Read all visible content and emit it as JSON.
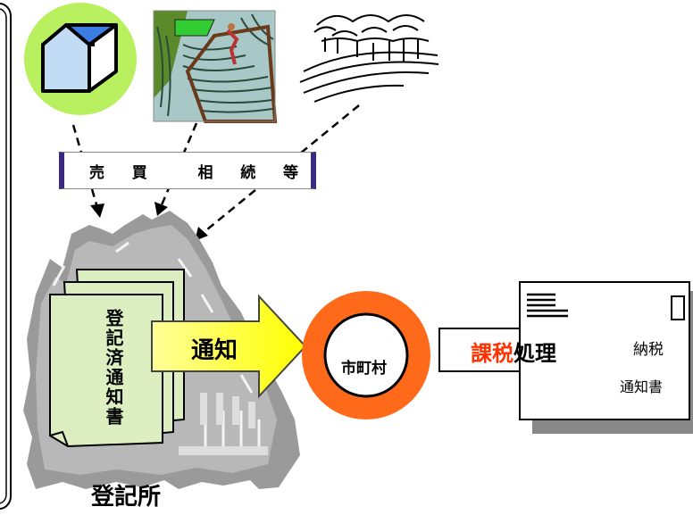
{
  "band": {
    "items": [
      "売",
      "買",
      "相",
      "続",
      "等"
    ]
  },
  "certificate": {
    "text": "登記済通知書"
  },
  "notify_arrow": {
    "label": "通知"
  },
  "municipality": {
    "label": "市町村"
  },
  "taxation_arrow": {
    "label_red": "課税",
    "label_black": "処理"
  },
  "envelope": {
    "line1": "納税",
    "line2": "通知書"
  },
  "registry_office": {
    "label": "登記所"
  },
  "colors": {
    "house_circle": "#b8f060",
    "house_roof": "#3b7de0",
    "certificate_fill": "#ddeec0",
    "arrow_yellow": "#ffff33",
    "ring_orange": "#ff6a1a",
    "tax_red": "#ff3300"
  }
}
